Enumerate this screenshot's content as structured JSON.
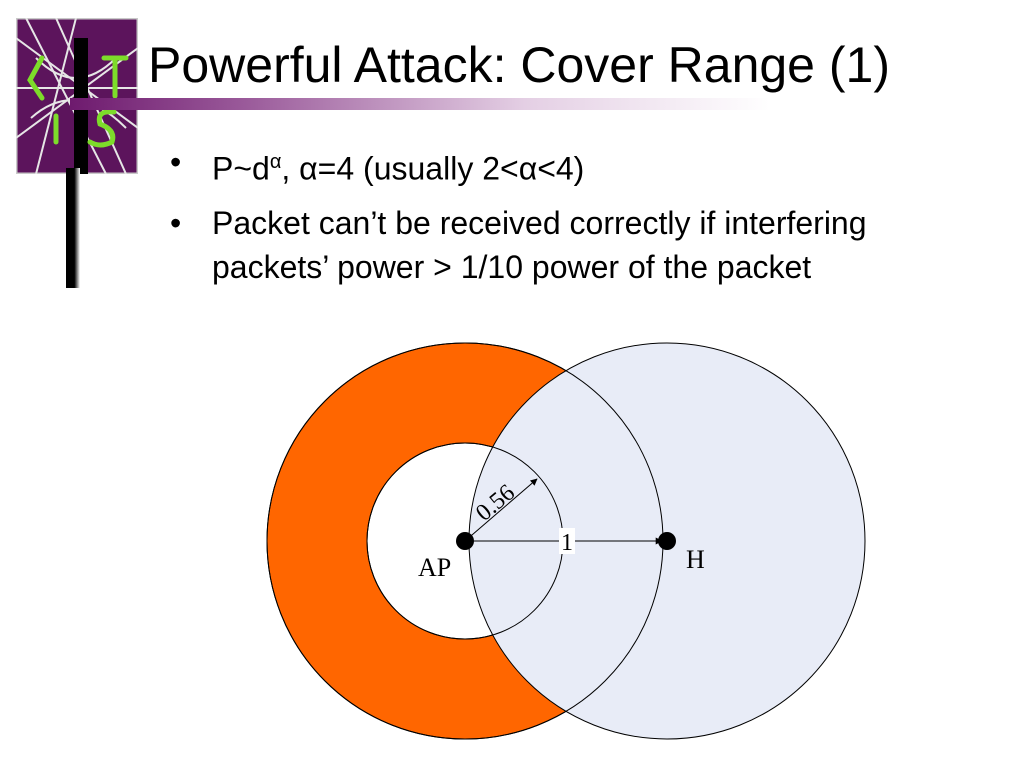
{
  "slide": {
    "title": "Powerful Attack: Cover Range (1)",
    "bullets": [
      {
        "prefix": "P~d",
        "superscript": "α",
        "suffix": ",  α=4 (usually 2<α<4)"
      },
      {
        "text": "Packet can’t be received correctly if interfering packets’ power > 1/10 power of the packet"
      }
    ],
    "bullet_glyph": "•"
  },
  "logo": {
    "icon": "cits-web-logo",
    "letters": "CITS"
  },
  "diagram": {
    "nodes": {
      "ap_label": "AP",
      "h_label": "H"
    },
    "radius_inner_label": "0.56",
    "distance_label": "1",
    "colors": {
      "ring": "#ff6600",
      "h_circle": "#e8ecf7",
      "outline": "#000000"
    }
  }
}
